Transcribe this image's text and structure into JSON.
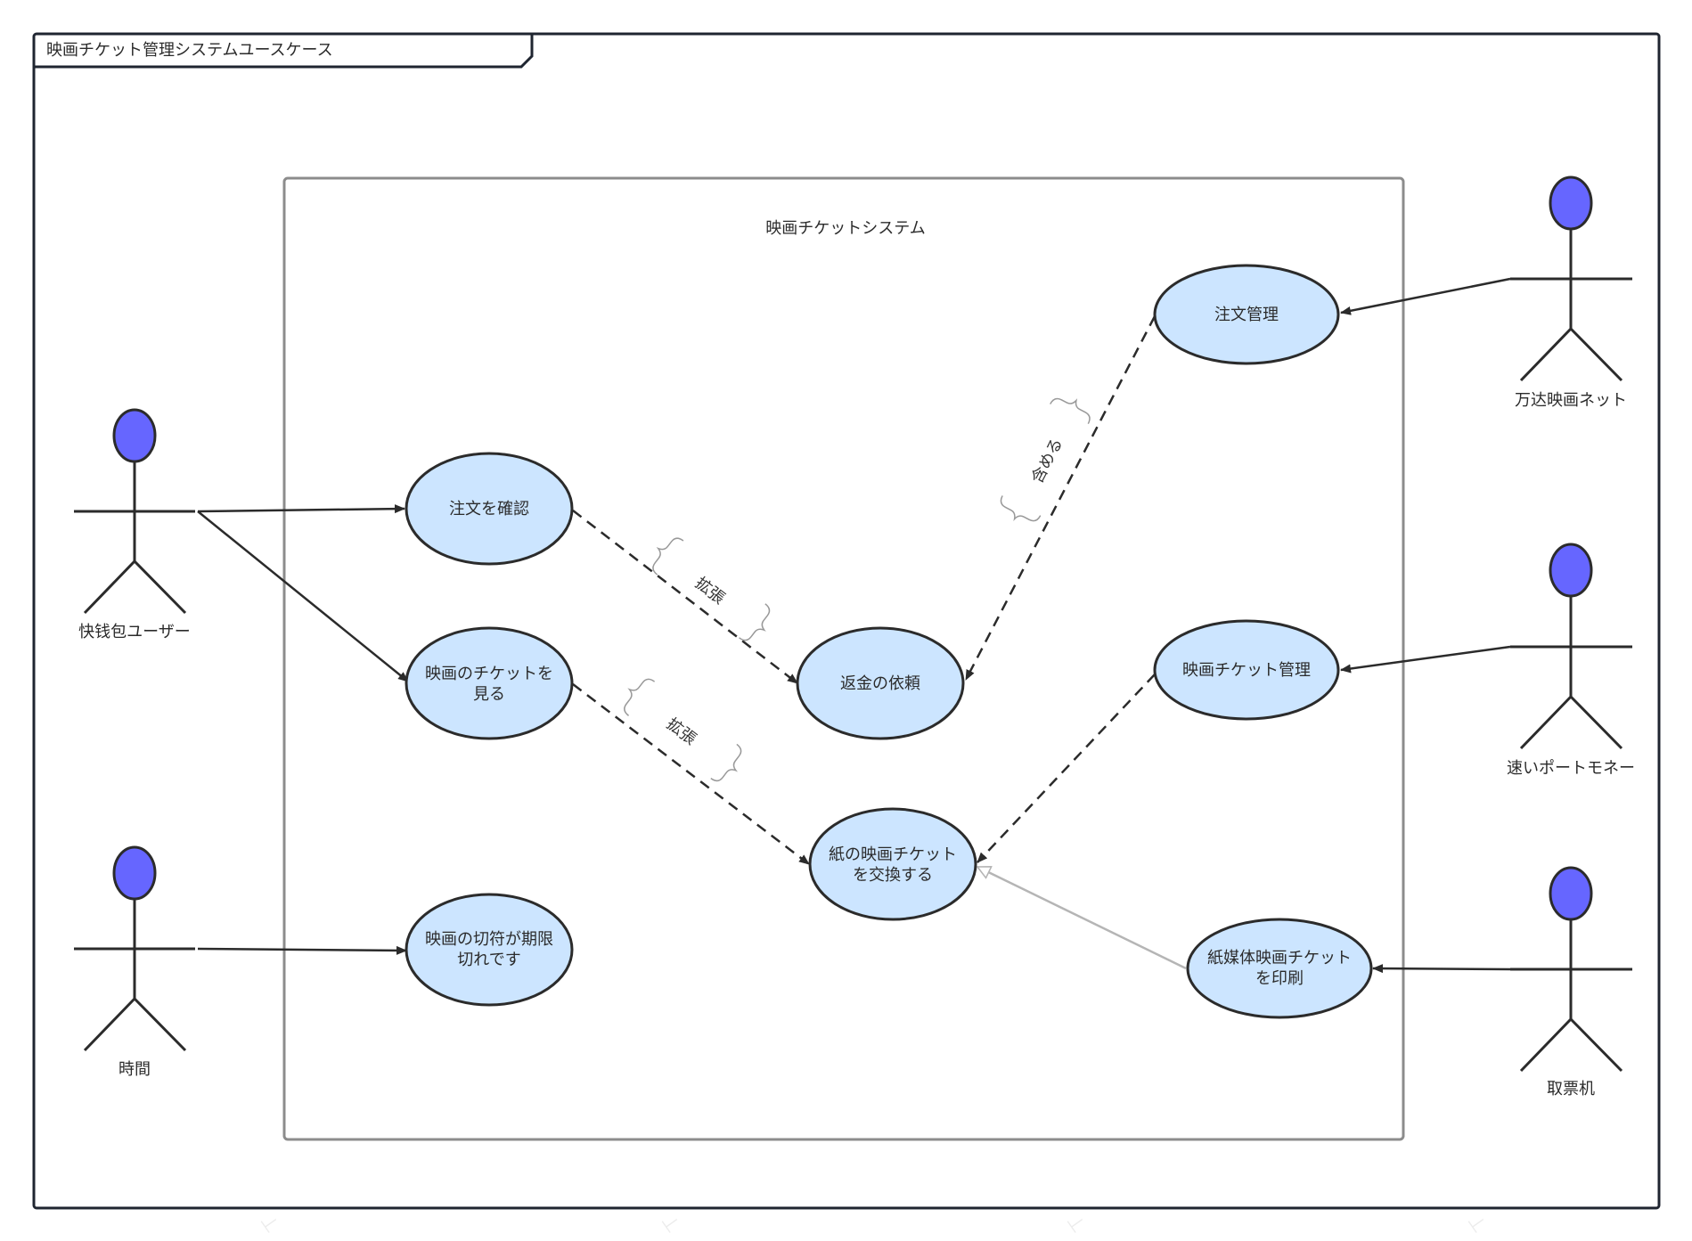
{
  "frame": {
    "title": "映画チケット管理システムユースケース"
  },
  "boundary": {
    "title": "映画チケットシステム"
  },
  "colors": {
    "usecase_fill": "#cce5ff",
    "actor_head": "#6666ff",
    "line": "#2b2b2b",
    "generalization": "#b5b5b5",
    "boundary_stroke": "#8c8c8c"
  },
  "actors": [
    {
      "id": "user",
      "label": "快钱包ユーザー"
    },
    {
      "id": "time",
      "label": "時間"
    },
    {
      "id": "wanda",
      "label": "万达映画ネット"
    },
    {
      "id": "wallet",
      "label": "速いポートモネー"
    },
    {
      "id": "kiosk",
      "label": "取票机"
    }
  ],
  "usecases": [
    {
      "id": "confirm",
      "lines": [
        "注文を確認"
      ]
    },
    {
      "id": "view",
      "lines": [
        "映画のチケットを",
        "見る"
      ]
    },
    {
      "id": "expire",
      "lines": [
        "映画の切符が期限",
        "切れです"
      ]
    },
    {
      "id": "refund",
      "lines": [
        "返金の依頼"
      ]
    },
    {
      "id": "exchange",
      "lines": [
        "紙の映画チケット",
        "を交換する"
      ]
    },
    {
      "id": "order_mgmt",
      "lines": [
        "注文管理"
      ]
    },
    {
      "id": "ticket_mgmt",
      "lines": [
        "映画チケット管理"
      ]
    },
    {
      "id": "print",
      "lines": [
        "紙媒体映画チケット",
        "を印刷"
      ]
    }
  ],
  "relations": [
    {
      "kind": "association",
      "from": "user",
      "to": "confirm"
    },
    {
      "kind": "association",
      "from": "user",
      "to": "view"
    },
    {
      "kind": "association",
      "from": "time",
      "to": "expire"
    },
    {
      "kind": "association",
      "from": "wanda",
      "to": "order_mgmt"
    },
    {
      "kind": "association",
      "from": "wallet",
      "to": "ticket_mgmt"
    },
    {
      "kind": "association",
      "from": "kiosk",
      "to": "print"
    },
    {
      "kind": "extend",
      "from": "confirm",
      "to": "refund",
      "label": "拡張"
    },
    {
      "kind": "extend",
      "from": "view",
      "to": "exchange",
      "label": "拡張"
    },
    {
      "kind": "include",
      "from": "order_mgmt",
      "to": "refund",
      "label": "含める"
    },
    {
      "kind": "dependency",
      "from": "ticket_mgmt",
      "to": "exchange"
    },
    {
      "kind": "generalization",
      "from": "print",
      "to": "exchange"
    }
  ]
}
